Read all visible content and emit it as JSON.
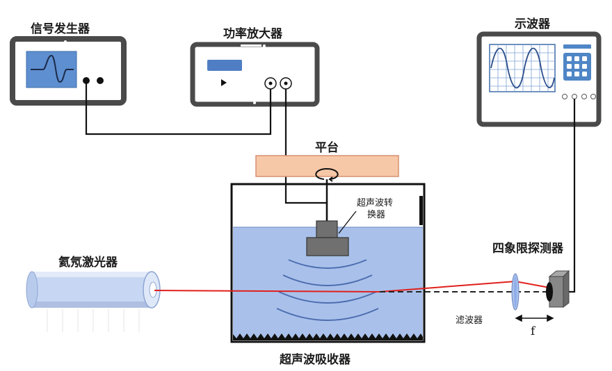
{
  "labels": {
    "signal_generator": "信号发生器",
    "power_amplifier": "功率放大器",
    "oscilloscope": "示波器",
    "platform": "平台",
    "transducer_line1": "超声波转",
    "transducer_line2": "换器",
    "laser": "氦氖激光器",
    "quadrant_detector": "四象限探测器",
    "filter": "滤波器",
    "focal_length": "f",
    "absorber": "超声波吸收器"
  },
  "icons": [
    "sine-pulse-icon",
    "play-icon",
    "sine-wave-icon",
    "keypad-icon",
    "rotation-arrow-icon"
  ],
  "colors": {
    "frame": "#4a4a4a",
    "screen": "#4f86c6",
    "water": "#a9c1ea",
    "platform": "#f7c8a8",
    "laser_beam": "#e0201c",
    "laser_tube": "#c7d6f2",
    "wave_arcs": "#4d6db0"
  }
}
